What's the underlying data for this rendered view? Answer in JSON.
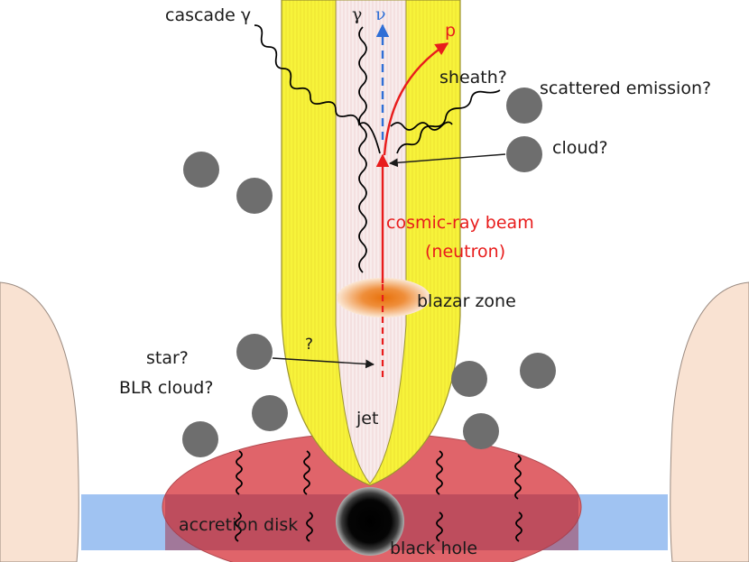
{
  "labels": {
    "cascade_gamma": "cascade γ",
    "gamma": "γ",
    "nu": "ν",
    "p": "p",
    "sheath": "sheath?",
    "scattered_emission": "scattered emission?",
    "cloud": "cloud?",
    "cosmic_ray_beam": "cosmic-ray beam",
    "neutron": "(neutron)",
    "blazar_zone": "blazar zone",
    "question": "?",
    "star": "star?",
    "blr_cloud": "BLR cloud?",
    "jet": "jet",
    "accretion_disk": "accretion disk",
    "black_hole": "black hole"
  },
  "colors": {
    "sheath_yellow": "#f7f33a",
    "spine_pink": "#f6e4e4",
    "disk_red": "#e0646a",
    "disk_band_blue": "#8fb8f0",
    "torus_peach": "#f9e2d2",
    "cloud_gray": "#6e6e6e",
    "beam_red": "#e81c1c",
    "neutrino_blue": "#2f6fd6",
    "blazar_orange": "#e8720c"
  }
}
